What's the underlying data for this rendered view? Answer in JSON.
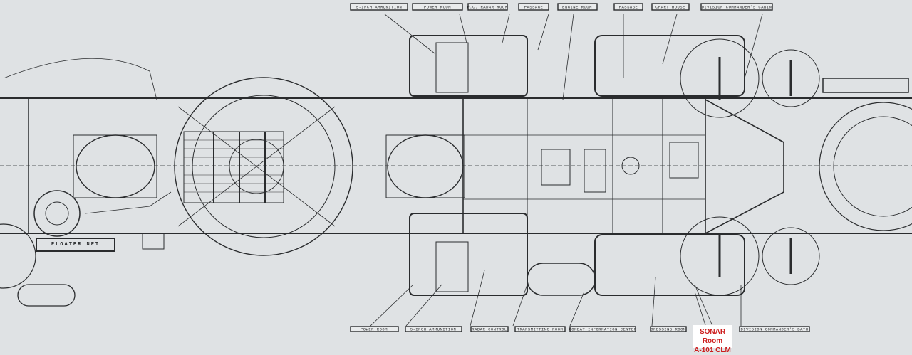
{
  "diagram": {
    "type": "ship deck plan blueprint",
    "colors": {
      "paper": "#dfe2e4",
      "ink": "#2a2c2e",
      "callout_text": "#cc1d1d",
      "callout_bg": "#ffffff"
    }
  },
  "top_labels": [
    {
      "name": "5-inch ammunition",
      "code": "smudged"
    },
    {
      "name": "power room",
      "code": "smudged"
    },
    {
      "name": "F.C. radar room",
      "code": "smudged"
    },
    {
      "name": "passage",
      "code": "smudged"
    },
    {
      "name": "engine room",
      "code": "smudged"
    },
    {
      "name": "passage",
      "code": "smudged"
    },
    {
      "name": "chart house",
      "code": "smudged"
    },
    {
      "name": "division commander's cabin",
      "code": "smudged"
    }
  ],
  "bottom_labels": [
    {
      "name": "power room",
      "code": "smudged"
    },
    {
      "name": "5-inch ammunition",
      "code": "smudged"
    },
    {
      "name": "radar control",
      "code": "smudged"
    },
    {
      "name": "transmitting room",
      "code": "smudged"
    },
    {
      "name": "combat information center",
      "code": "smudged"
    },
    {
      "name": "dressing room",
      "code": "smudged"
    },
    {
      "name": "division commander's bath",
      "code": "smudged"
    }
  ],
  "labels": {
    "floater_net": "FLOATER NET"
  },
  "highlight": {
    "line1": "SONAR Room",
    "line2": "A-101 CLM"
  }
}
